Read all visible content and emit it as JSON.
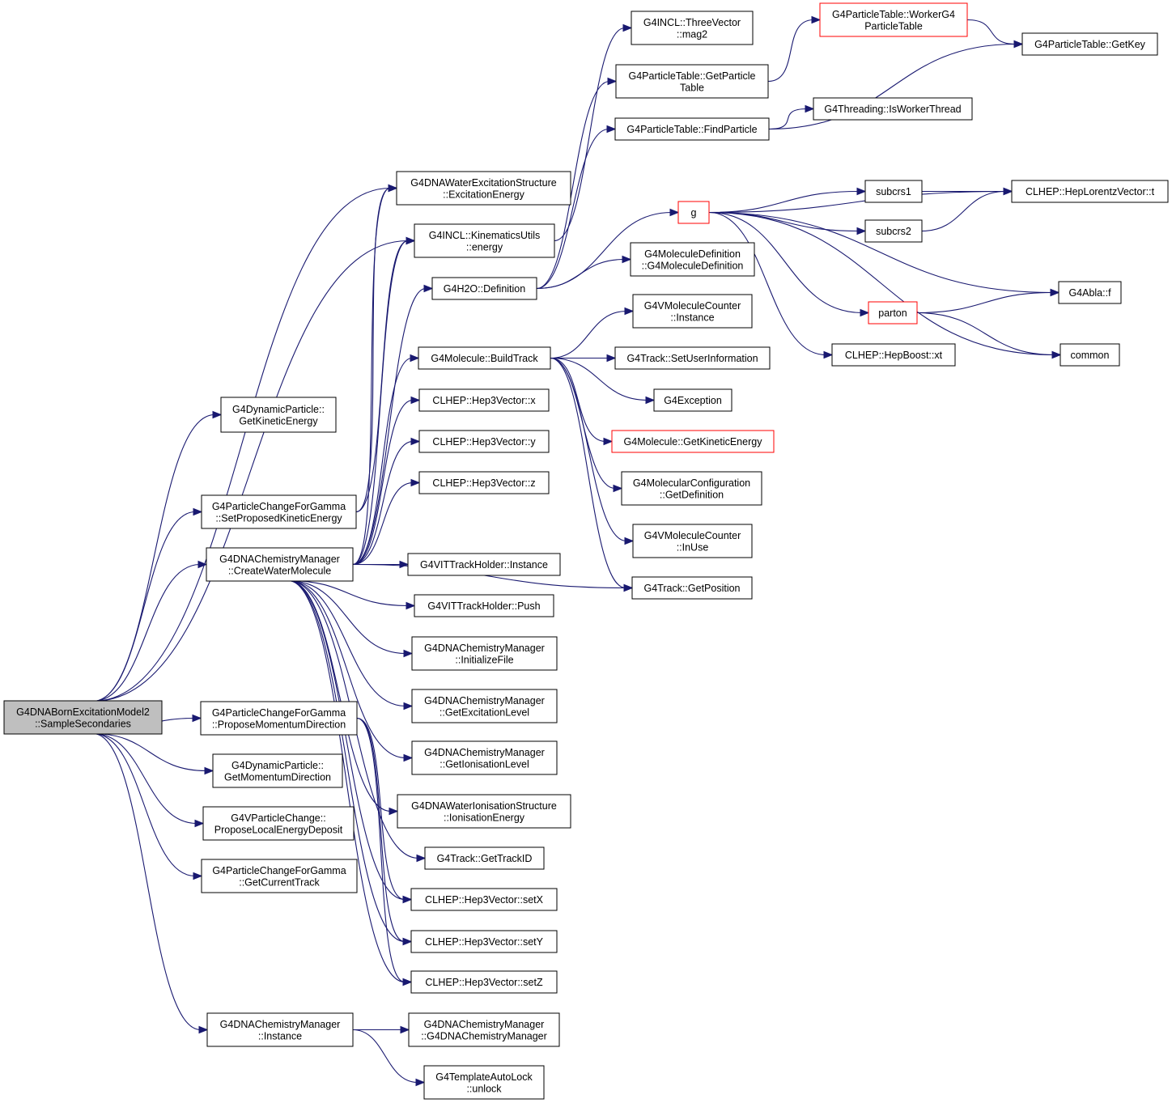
{
  "diagram": {
    "type": "call-graph",
    "nodes": [
      {
        "id": "root",
        "lines": [
          "G4DNABornExcitationModel2",
          "::SampleSecondaries"
        ],
        "style": "root"
      },
      {
        "id": "dynKE",
        "lines": [
          "G4DynamicParticle::",
          "GetKineticEnergy"
        ]
      },
      {
        "id": "setPKE",
        "lines": [
          "G4ParticleChangeForGamma",
          "::SetProposedKineticEnergy"
        ]
      },
      {
        "id": "cwm",
        "lines": [
          "G4DNAChemistryManager",
          "::CreateWaterMolecule"
        ]
      },
      {
        "id": "pmd",
        "lines": [
          "G4ParticleChangeForGamma",
          "::ProposeMomentumDirection"
        ]
      },
      {
        "id": "gmd",
        "lines": [
          "G4DynamicParticle::",
          "GetMomentumDirection"
        ]
      },
      {
        "id": "pled",
        "lines": [
          "G4VParticleChange::",
          "ProposeLocalEnergyDeposit"
        ]
      },
      {
        "id": "gct",
        "lines": [
          "G4ParticleChangeForGamma",
          "::GetCurrentTrack"
        ]
      },
      {
        "id": "cmInst",
        "lines": [
          "G4DNAChemistryManager",
          "::Instance"
        ]
      },
      {
        "id": "wee",
        "lines": [
          "G4DNAWaterExcitationStructure",
          "::ExcitationEnergy"
        ]
      },
      {
        "id": "kue",
        "lines": [
          "G4INCL::KinematicsUtils",
          "::energy"
        ]
      },
      {
        "id": "h2o",
        "lines": [
          "G4H2O::Definition"
        ]
      },
      {
        "id": "mbt",
        "lines": [
          "G4Molecule::BuildTrack"
        ]
      },
      {
        "id": "h3x",
        "lines": [
          "CLHEP::Hep3Vector::x"
        ]
      },
      {
        "id": "h3y",
        "lines": [
          "CLHEP::Hep3Vector::y"
        ]
      },
      {
        "id": "h3z",
        "lines": [
          "CLHEP::Hep3Vector::z"
        ]
      },
      {
        "id": "vitI",
        "lines": [
          "G4VITTrackHolder::Instance"
        ]
      },
      {
        "id": "vitP",
        "lines": [
          "G4VITTrackHolder::Push"
        ]
      },
      {
        "id": "cmIF",
        "lines": [
          "G4DNAChemistryManager",
          "::InitializeFile"
        ]
      },
      {
        "id": "cmGEL",
        "lines": [
          "G4DNAChemistryManager",
          "::GetExcitationLevel"
        ]
      },
      {
        "id": "cmGIL",
        "lines": [
          "G4DNAChemistryManager",
          "::GetIonisationLevel"
        ]
      },
      {
        "id": "wie",
        "lines": [
          "G4DNAWaterIonisationStructure",
          "::IonisationEnergy"
        ]
      },
      {
        "id": "gtid",
        "lines": [
          "G4Track::GetTrackID"
        ]
      },
      {
        "id": "setX",
        "lines": [
          "CLHEP::Hep3Vector::setX"
        ]
      },
      {
        "id": "setY",
        "lines": [
          "CLHEP::Hep3Vector::setY"
        ]
      },
      {
        "id": "setZ",
        "lines": [
          "CLHEP::Hep3Vector::setZ"
        ]
      },
      {
        "id": "cmCtor",
        "lines": [
          "G4DNAChemistryManager",
          "::G4DNAChemistryManager"
        ]
      },
      {
        "id": "tal",
        "lines": [
          "G4TemplateAutoLock",
          "::unlock"
        ]
      },
      {
        "id": "mag2",
        "lines": [
          "G4INCL::ThreeVector",
          "::mag2"
        ]
      },
      {
        "id": "gpt",
        "lines": [
          "G4ParticleTable::GetParticle",
          "Table"
        ]
      },
      {
        "id": "fp",
        "lines": [
          "G4ParticleTable::FindParticle"
        ]
      },
      {
        "id": "g",
        "lines": [
          "g"
        ],
        "style": "truncated"
      },
      {
        "id": "mdef",
        "lines": [
          "G4MoleculeDefinition",
          "::G4MoleculeDefinition"
        ]
      },
      {
        "id": "vmcI",
        "lines": [
          "G4VMoleculeCounter",
          "::Instance"
        ]
      },
      {
        "id": "tsui",
        "lines": [
          "G4Track::SetUserInformation"
        ]
      },
      {
        "id": "exc",
        "lines": [
          "G4Exception"
        ]
      },
      {
        "id": "mgke",
        "lines": [
          "G4Molecule::GetKineticEnergy"
        ],
        "style": "truncated"
      },
      {
        "id": "mcgd",
        "lines": [
          "G4MolecularConfiguration",
          "::GetDefinition"
        ]
      },
      {
        "id": "vmcU",
        "lines": [
          "G4VMoleculeCounter",
          "::InUse"
        ]
      },
      {
        "id": "tgp",
        "lines": [
          "G4Track::GetPosition"
        ]
      },
      {
        "id": "wpt",
        "lines": [
          "G4ParticleTable::WorkerG4",
          "ParticleTable"
        ],
        "style": "truncated"
      },
      {
        "id": "iwt",
        "lines": [
          "G4Threading::IsWorkerThread"
        ]
      },
      {
        "id": "sub1",
        "lines": [
          "subcrs1"
        ]
      },
      {
        "id": "sub2",
        "lines": [
          "subcrs2"
        ]
      },
      {
        "id": "parton",
        "lines": [
          "parton"
        ],
        "style": "truncated"
      },
      {
        "id": "hbxt",
        "lines": [
          "CLHEP::HepBoost::xt"
        ]
      },
      {
        "id": "gk",
        "lines": [
          "G4ParticleTable::GetKey"
        ]
      },
      {
        "id": "hlv",
        "lines": [
          "CLHEP::HepLorentzVector::t"
        ]
      },
      {
        "id": "abla",
        "lines": [
          "G4Abla::f"
        ]
      },
      {
        "id": "common",
        "lines": [
          "common"
        ]
      }
    ],
    "edges": [
      [
        "root",
        "dynKE"
      ],
      [
        "root",
        "setPKE"
      ],
      [
        "root",
        "cwm"
      ],
      [
        "root",
        "pmd"
      ],
      [
        "root",
        "gmd"
      ],
      [
        "root",
        "pled"
      ],
      [
        "root",
        "gct"
      ],
      [
        "root",
        "cmInst"
      ],
      [
        "root",
        "wee"
      ],
      [
        "root",
        "kue"
      ],
      [
        "setPKE",
        "wee"
      ],
      [
        "setPKE",
        "kue"
      ],
      [
        "cwm",
        "wee"
      ],
      [
        "cwm",
        "kue"
      ],
      [
        "cwm",
        "h2o"
      ],
      [
        "cwm",
        "mbt"
      ],
      [
        "cwm",
        "h3x"
      ],
      [
        "cwm",
        "h3y"
      ],
      [
        "cwm",
        "h3z"
      ],
      [
        "cwm",
        "vitI"
      ],
      [
        "cwm",
        "vitP"
      ],
      [
        "cwm",
        "cmIF"
      ],
      [
        "cwm",
        "cmGEL"
      ],
      [
        "cwm",
        "cmGIL"
      ],
      [
        "cwm",
        "wie"
      ],
      [
        "cwm",
        "gtid"
      ],
      [
        "cwm",
        "setX"
      ],
      [
        "cwm",
        "setY"
      ],
      [
        "cwm",
        "setZ"
      ],
      [
        "cwm",
        "tgp"
      ],
      [
        "pmd",
        "setX"
      ],
      [
        "pmd",
        "setY"
      ],
      [
        "pmd",
        "setZ"
      ],
      [
        "cmInst",
        "cmCtor"
      ],
      [
        "cmInst",
        "tal"
      ],
      [
        "kue",
        "mag2"
      ],
      [
        "h2o",
        "gpt"
      ],
      [
        "h2o",
        "fp"
      ],
      [
        "h2o",
        "g"
      ],
      [
        "h2o",
        "mdef"
      ],
      [
        "mbt",
        "vmcI"
      ],
      [
        "mbt",
        "tsui"
      ],
      [
        "mbt",
        "exc"
      ],
      [
        "mbt",
        "mgke"
      ],
      [
        "mbt",
        "mcgd"
      ],
      [
        "mbt",
        "vmcU"
      ],
      [
        "mbt",
        "tgp"
      ],
      [
        "gpt",
        "wpt"
      ],
      [
        "wpt",
        "gk"
      ],
      [
        "fp",
        "gk"
      ],
      [
        "fp",
        "iwt"
      ],
      [
        "g",
        "sub1"
      ],
      [
        "g",
        "sub2"
      ],
      [
        "g",
        "hlv"
      ],
      [
        "g",
        "abla"
      ],
      [
        "g",
        "parton"
      ],
      [
        "g",
        "hbxt"
      ],
      [
        "g",
        "common"
      ],
      [
        "sub1",
        "hlv"
      ],
      [
        "sub2",
        "hlv"
      ],
      [
        "parton",
        "abla"
      ],
      [
        "parton",
        "common"
      ]
    ]
  }
}
